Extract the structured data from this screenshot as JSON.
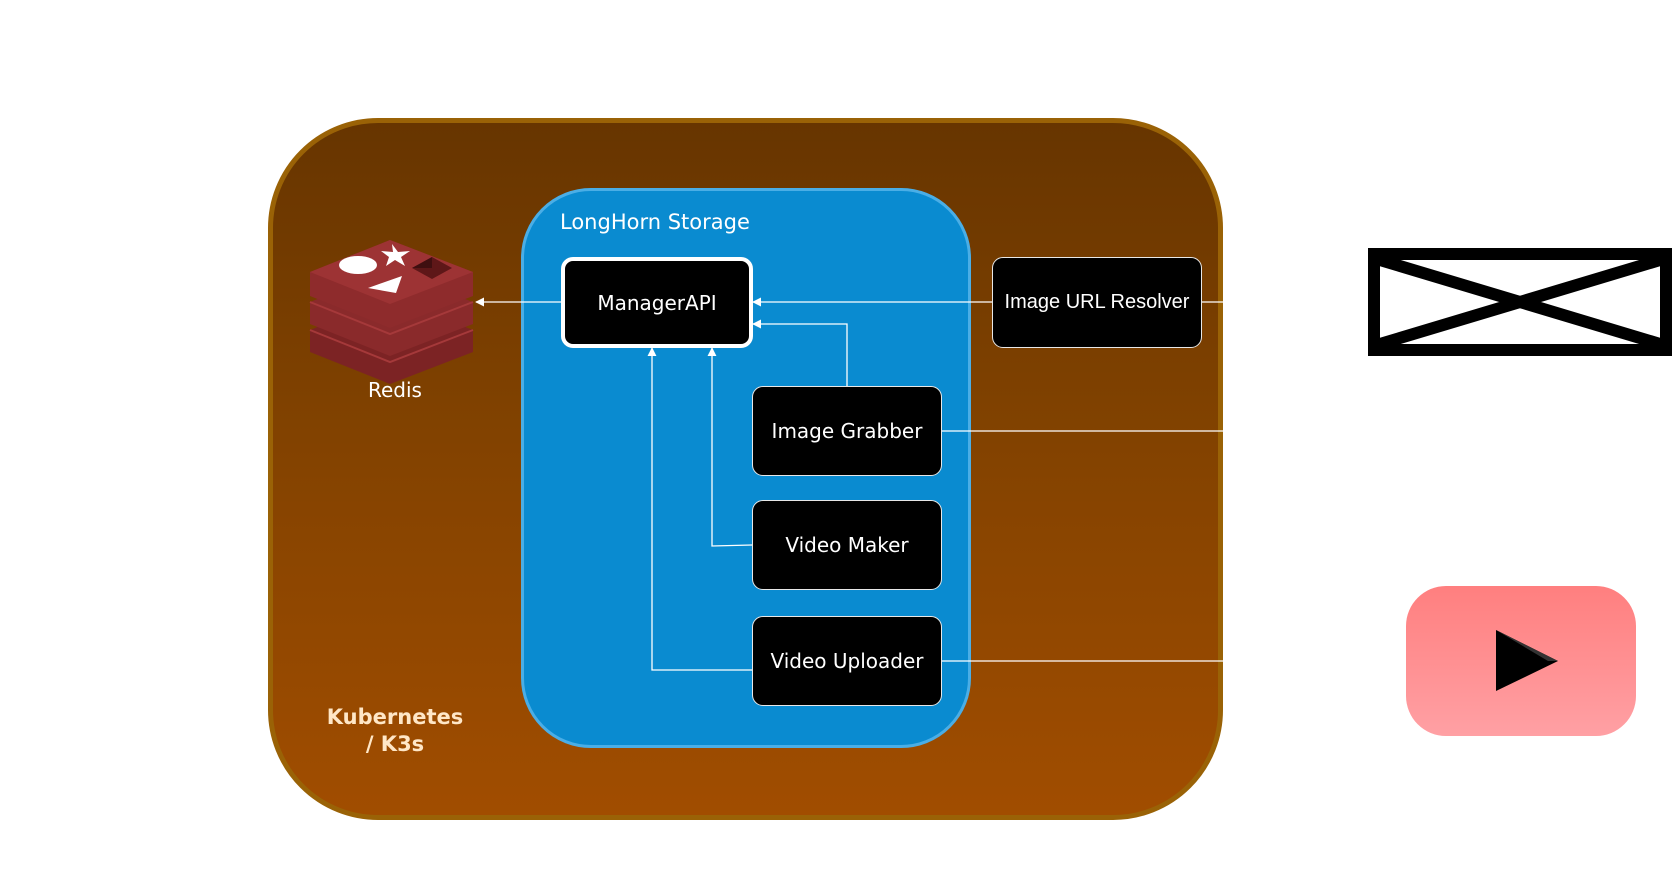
{
  "cluster": {
    "label": "Kubernetes\n/ K3s"
  },
  "storage": {
    "label": "LongHorn Storage"
  },
  "services": {
    "manager_api": "ManagerAPI",
    "image_grabber": "Image Grabber",
    "video_maker": "Video Maker",
    "video_uploader": "Video Uploader",
    "image_url_resolver": "Image URL Resolver"
  },
  "redis": {
    "label": "Redis",
    "icon": "redis-logo-icon"
  },
  "external": {
    "broken_image_icon": "broken-image-placeholder-icon",
    "youtube_icon": "youtube-play-icon"
  },
  "colors": {
    "cluster_fill_top": "#673500",
    "cluster_fill_bottom": "#a14d00",
    "cluster_border": "#9a6206",
    "storage_fill": "#0a8bd0",
    "service_fill": "#000000",
    "redis": "#8a2a2b",
    "youtube": "#ff8a8a"
  }
}
